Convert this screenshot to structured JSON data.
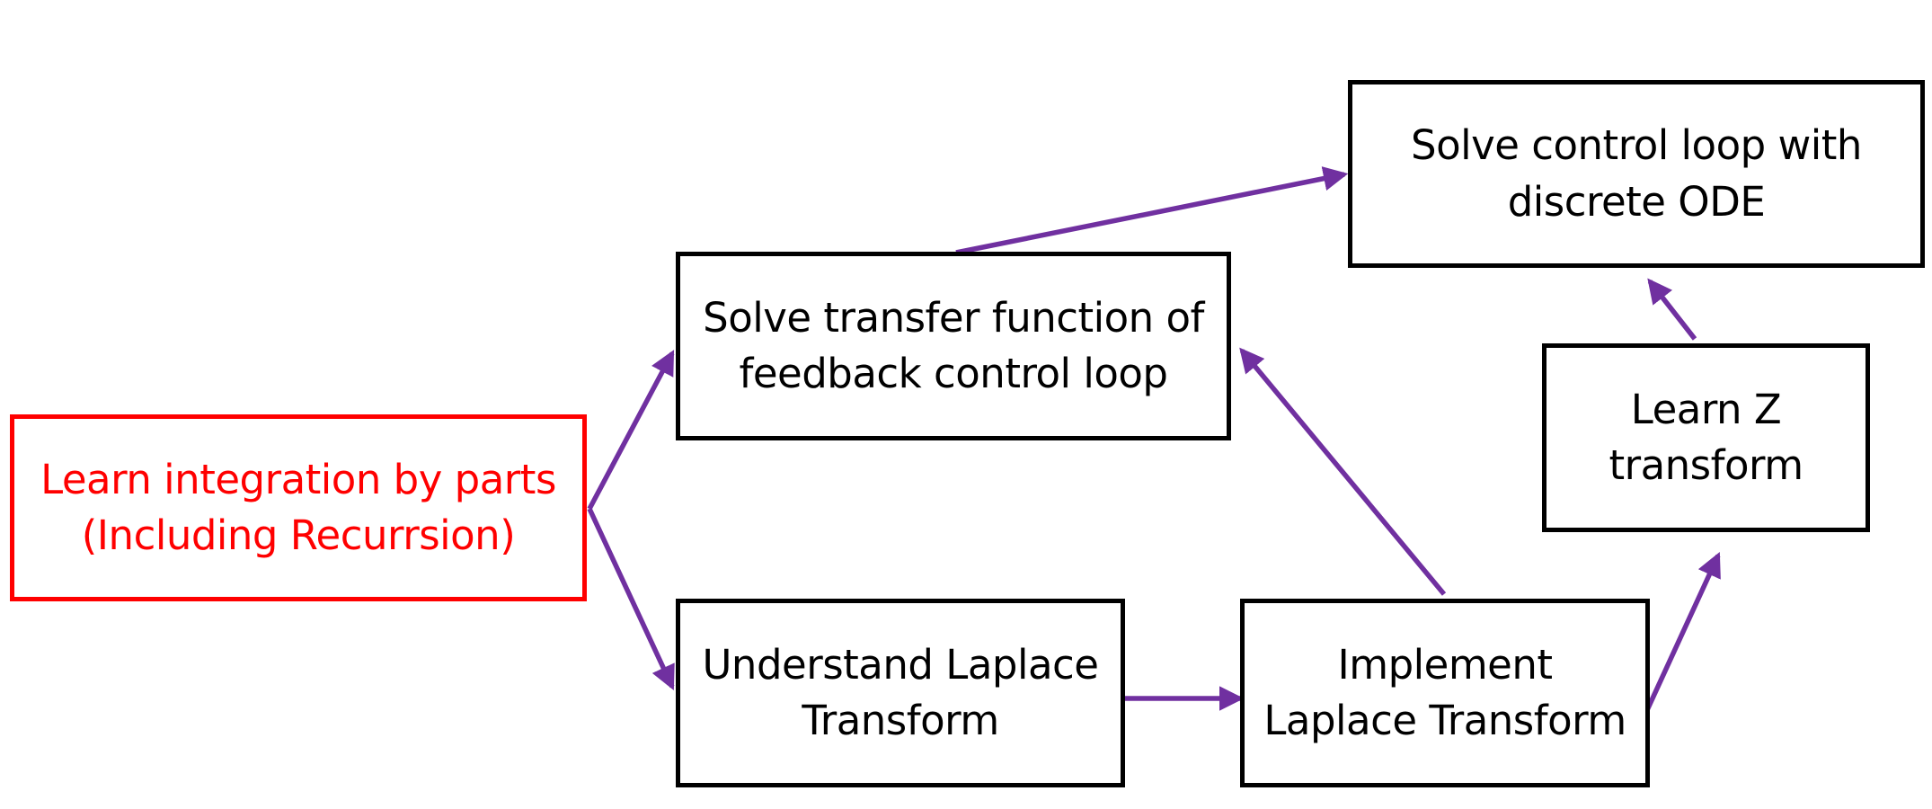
{
  "colors": {
    "highlight": "#ff0000",
    "box_border": "#000000",
    "arrow": "#7030a0"
  },
  "nodes": {
    "integration": {
      "lines": [
        "Learn integration by parts",
        "(Including Recurrsion)"
      ],
      "highlighted": true
    },
    "transfer_function": {
      "lines": [
        "Solve transfer function of",
        "feedback control loop"
      ]
    },
    "understand_laplace": {
      "lines": [
        "Understand Laplace",
        "Transform"
      ]
    },
    "implement_laplace": {
      "lines": [
        "Implement",
        "Laplace Transform"
      ]
    },
    "learn_z": {
      "lines": [
        "Learn Z",
        "transform"
      ]
    },
    "discrete_ode": {
      "lines": [
        "Solve control loop with",
        "discrete ODE"
      ]
    }
  },
  "edges": [
    {
      "from": "integration",
      "to": "transfer_function"
    },
    {
      "from": "integration",
      "to": "understand_laplace"
    },
    {
      "from": "understand_laplace",
      "to": "implement_laplace"
    },
    {
      "from": "implement_laplace",
      "to": "transfer_function"
    },
    {
      "from": "implement_laplace",
      "to": "learn_z"
    },
    {
      "from": "learn_z",
      "to": "discrete_ode"
    },
    {
      "from": "transfer_function",
      "to": "discrete_ode"
    }
  ]
}
